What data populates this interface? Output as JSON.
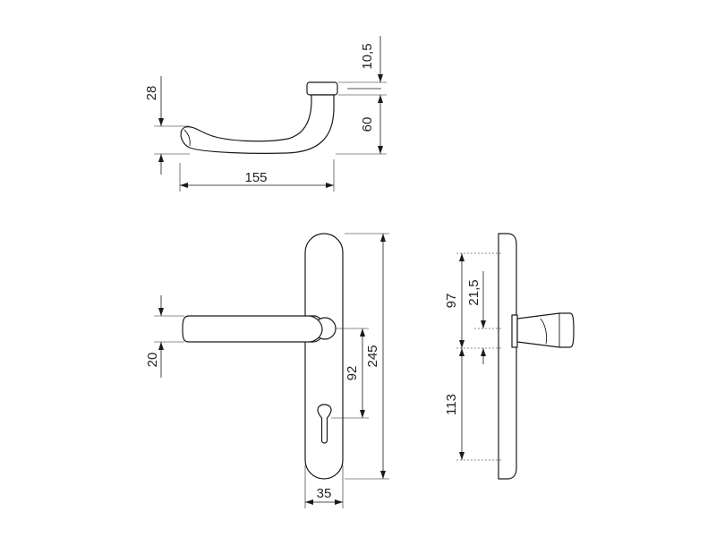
{
  "dimensions": {
    "offset_top": "10,5",
    "height_total": "60",
    "lever_drop": "28",
    "lever_length": "155",
    "lever_width": "20",
    "plate_width": "35",
    "center_distance": "92",
    "plate_height": "245",
    "side_upper": "97",
    "side_spindle": "21,5",
    "side_lower": "113"
  }
}
